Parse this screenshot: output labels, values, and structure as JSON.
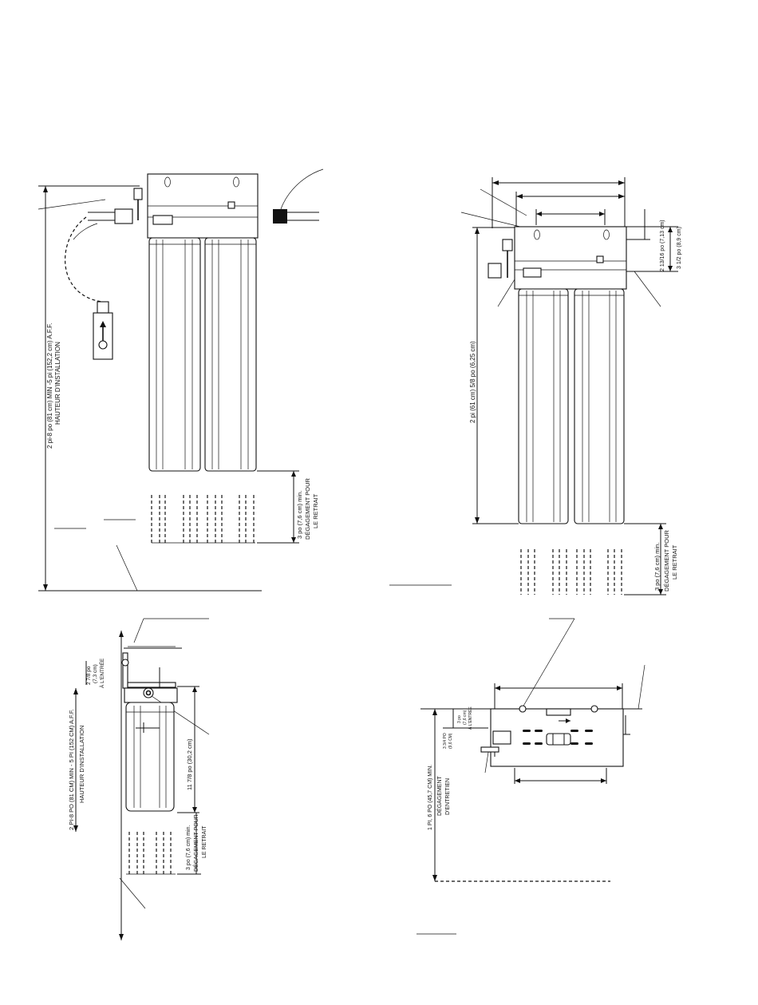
{
  "views": {
    "side_view": {
      "height_label_1": "2 pi-8 po (81 cm) MIN -5 pi (152,2 cm) A.F.F.",
      "height_label_2": "HAUTEUR D'INSTALLATION",
      "clearance_label_1": "3 po (7,6 cm) min.",
      "clearance_label_2": "DÉGAGEMENT POUR",
      "clearance_label_3": "LE RETRAIT"
    },
    "front_view": {
      "height_label": "2 pi (61 cm) 5/8 po (6,25 cm)",
      "dim_right_1": "2 13/16 po (7,13 cm)",
      "dim_right_2": "3 1/2 po (8,9 cm)",
      "clearance_label_1": "3 po (7,6 cm) min.",
      "clearance_label_2": "DÉGAGEMENT POUR",
      "clearance_label_3": "LE RETRAIT"
    },
    "profile_view": {
      "inlet_dim_1": "2 7/8 po",
      "inlet_dim_2": "(7,3 cm)",
      "inlet_dim_3": "À L'ENTRÉE",
      "height_label_1": "2 PI-8 PO (81 CM) MIN - 5 PI (152 CM) A.F.F.",
      "height_label_2": "HAUTEUR D'INSTALLATION",
      "depth_label": "11 7/8 po (30,2 cm)",
      "clearance_label_1": "3 po (7,6 cm) min.",
      "clearance_label_2": "DÉGAGEMENT POUR",
      "clearance_label_3": "LE RETRAIT"
    },
    "top_view": {
      "inlet_dim_1": "3 po",
      "inlet_dim_2": "(7,6 cm)",
      "inlet_dim_3": "À L'ENTRÉE",
      "side_dim_1": "3 3/4 PO",
      "side_dim_2": "(9,6 CM)",
      "service_label_1": "1 PI, 6 PO (45,7 CM) MIN.",
      "service_label_2": "DÉGAGEMENT",
      "service_label_3": "D'ENTRETIEN"
    }
  }
}
